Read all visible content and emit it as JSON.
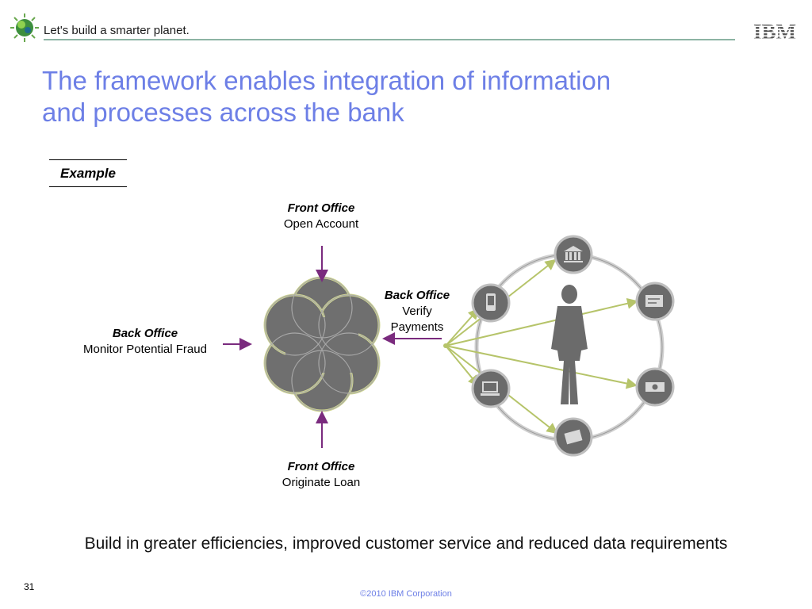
{
  "header": {
    "tagline": "Let's build a smarter planet.",
    "brand": "IBM",
    "accent_color": "#6d7fe6",
    "rule_color": "#8cb4a4"
  },
  "slide": {
    "title_line1": "The framework enables integration of information",
    "title_line2": "and processes across the bank",
    "example_label": "Example",
    "summary": "Build in greater efficiencies, improved customer service and reduced data requirements",
    "page_number": "31",
    "copyright": "©2010 IBM Corporation"
  },
  "diagram": {
    "top": {
      "office": "Front Office",
      "task": "Open Account"
    },
    "left": {
      "office": "Back Office",
      "task": "Monitor Potential Fraud"
    },
    "right": {
      "office": "Back Office",
      "task_line1": "Verify",
      "task_line2": "Payments"
    },
    "bottom": {
      "office": "Front Office",
      "task": "Originate Loan"
    },
    "channel_icons": [
      "bank-icon",
      "check-icon",
      "cash-icon",
      "card-icon",
      "computer-icon",
      "mobile-icon"
    ],
    "arrow_color": "#7a2b7e",
    "connector_color": "#b6c46a",
    "node_color": "#6b6b6b"
  }
}
